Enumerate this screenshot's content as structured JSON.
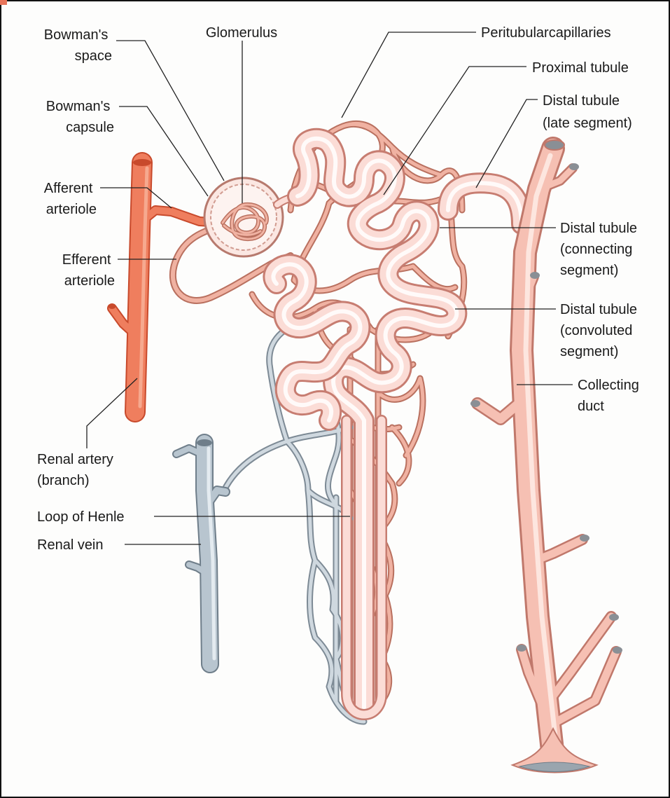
{
  "labels": {
    "bowmans_space": [
      "Bowman's",
      "space"
    ],
    "glomerulus": [
      "Glomerulus"
    ],
    "peritubular_capillaries": [
      "Peritubularcapillaries"
    ],
    "proximal_tubule": [
      "Proximal tubule"
    ],
    "distal_late": [
      "Distal tubule",
      "(late segment)"
    ],
    "bowmans_capsule": [
      "Bowman's",
      "capsule"
    ],
    "afferent_arteriole": [
      "Afferent",
      "arteriole"
    ],
    "efferent_arteriole": [
      "Efferent",
      "arteriole"
    ],
    "distal_connecting": [
      "Distal tubule",
      "(connecting",
      "segment)"
    ],
    "distal_convoluted": [
      "Distal tubule",
      "(convoluted",
      "segment)"
    ],
    "collecting_duct": [
      "Collecting",
      "duct"
    ],
    "renal_artery": [
      "Renal artery",
      "(branch)"
    ],
    "renal_vein": [
      "Renal vein"
    ],
    "loop_of_henle": [
      "Loop of Henle"
    ]
  },
  "colors": {
    "artery": "#ef7e5e",
    "vein": "#b8c5cf",
    "tubule": "#fbdcd6",
    "capillary": "#f0b2a2",
    "collecting_duct": "#f6c0b3"
  }
}
